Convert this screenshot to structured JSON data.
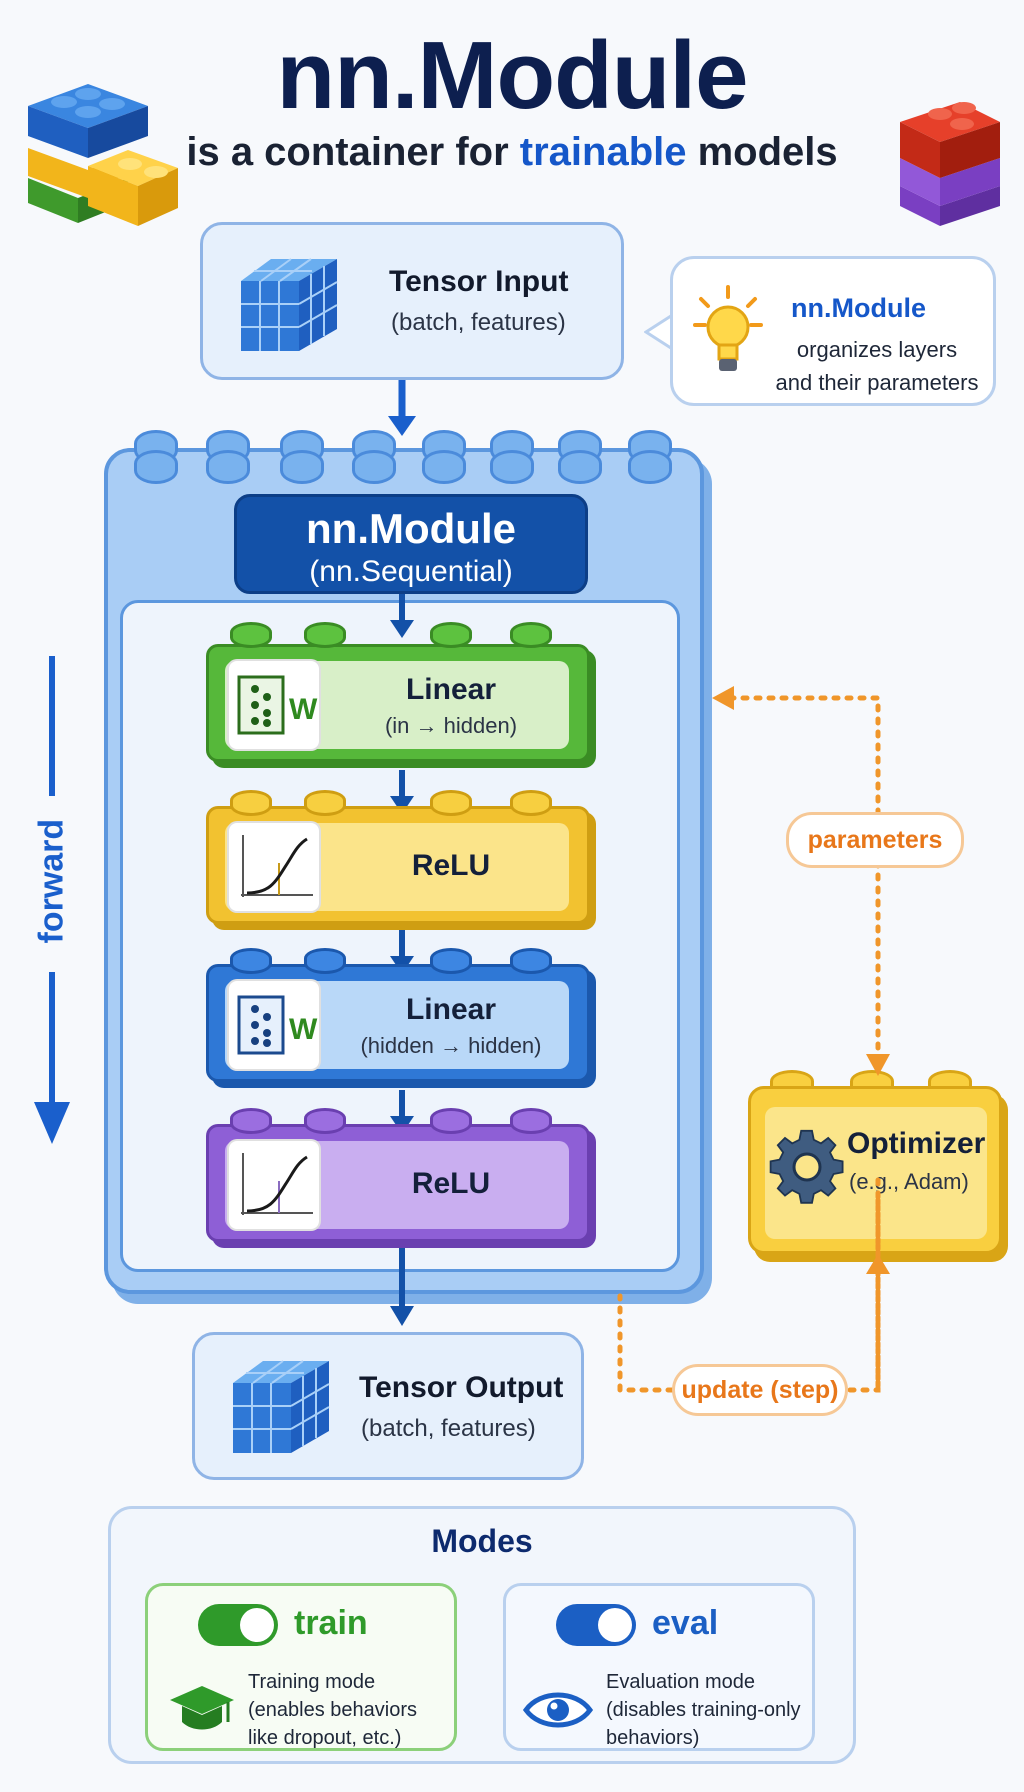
{
  "header": {
    "title": "nn.Module",
    "subtitle_prefix": "is a container for ",
    "subtitle_highlight": "trainable",
    "subtitle_suffix": " models"
  },
  "input": {
    "title": "Tensor Input",
    "subtitle": "(batch, features)"
  },
  "callout": {
    "title": "nn.Module",
    "line1": "organizes layers",
    "line2": "and their parameters"
  },
  "module": {
    "name": "nn.Module",
    "type": "(nn.Sequential)"
  },
  "layers": [
    {
      "name": "Linear",
      "detail": "(in → hidden)",
      "icon_label": "W",
      "color": "#56b83a"
    },
    {
      "name": "ReLU",
      "detail": "",
      "color": "#f2c230"
    },
    {
      "name": "Linear",
      "detail": "(hidden → hidden)",
      "icon_label": "W",
      "color": "#2f78d6"
    },
    {
      "name": "ReLU",
      "detail": "",
      "color": "#8e5fd6"
    }
  ],
  "forward_label": "forward",
  "output": {
    "title": "Tensor Output",
    "subtitle": "(batch, features)"
  },
  "optimizer": {
    "title": "Optimizer",
    "subtitle": "(e.g., Adam)"
  },
  "flow_labels": {
    "parameters": "parameters",
    "update": "update (step)"
  },
  "modes": {
    "title": "Modes",
    "train": {
      "name": "train",
      "line1": "Training mode",
      "line2": "(enables behaviors",
      "line3": "like dropout, etc.)",
      "color": "#2f9a2a"
    },
    "eval": {
      "name": "eval",
      "line1": "Evaluation mode",
      "line2": "(disables training-only",
      "line3": "behaviors)",
      "color": "#1b5fc4"
    }
  },
  "colors": {
    "accent": "#1557c9",
    "orange": "#e8771a",
    "navy": "#0d1f4f"
  }
}
